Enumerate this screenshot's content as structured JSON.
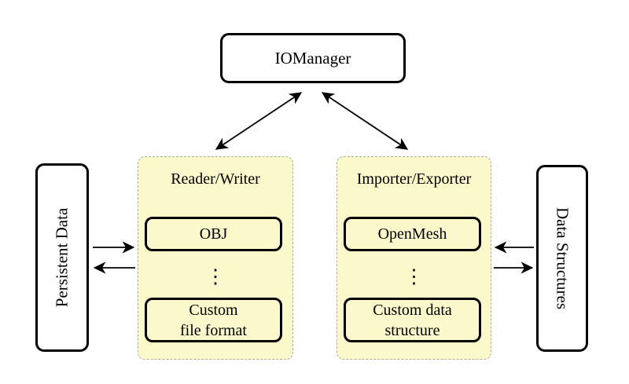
{
  "colors": {
    "background": "#FFFFFF",
    "panel_fill": "#FBF8CC",
    "panel_border": "#ABABAB",
    "node_fill": "#FFFFFF",
    "stroke": "#000000"
  },
  "nodes": {
    "io_manager": {
      "label": "IOManager"
    },
    "persistent_data": {
      "label": "Persistent Data"
    },
    "data_structures": {
      "label": "Data Structures"
    },
    "reader_writer": {
      "title": "Reader/Writer",
      "ellipsis": "⋮",
      "items": [
        {
          "lines": [
            "OBJ"
          ]
        },
        {
          "lines": [
            "Custom",
            "file format"
          ]
        }
      ]
    },
    "importer_exporter": {
      "title": "Importer/Exporter",
      "ellipsis": "⋮",
      "items": [
        {
          "lines": [
            "OpenMesh"
          ]
        },
        {
          "lines": [
            "Custom data",
            "structure"
          ]
        }
      ]
    }
  },
  "connections": [
    {
      "from": "IOManager",
      "to": "Reader/Writer",
      "style": "double-arrow"
    },
    {
      "from": "IOManager",
      "to": "Importer/Exporter",
      "style": "double-arrow"
    },
    {
      "from": "Persistent Data",
      "to": "Reader/Writer",
      "style": "arrow"
    },
    {
      "from": "Reader/Writer",
      "to": "Persistent Data",
      "style": "arrow"
    },
    {
      "from": "Data Structures",
      "to": "Importer/Exporter",
      "style": "arrow"
    },
    {
      "from": "Importer/Exporter",
      "to": "Data Structures",
      "style": "arrow"
    }
  ]
}
